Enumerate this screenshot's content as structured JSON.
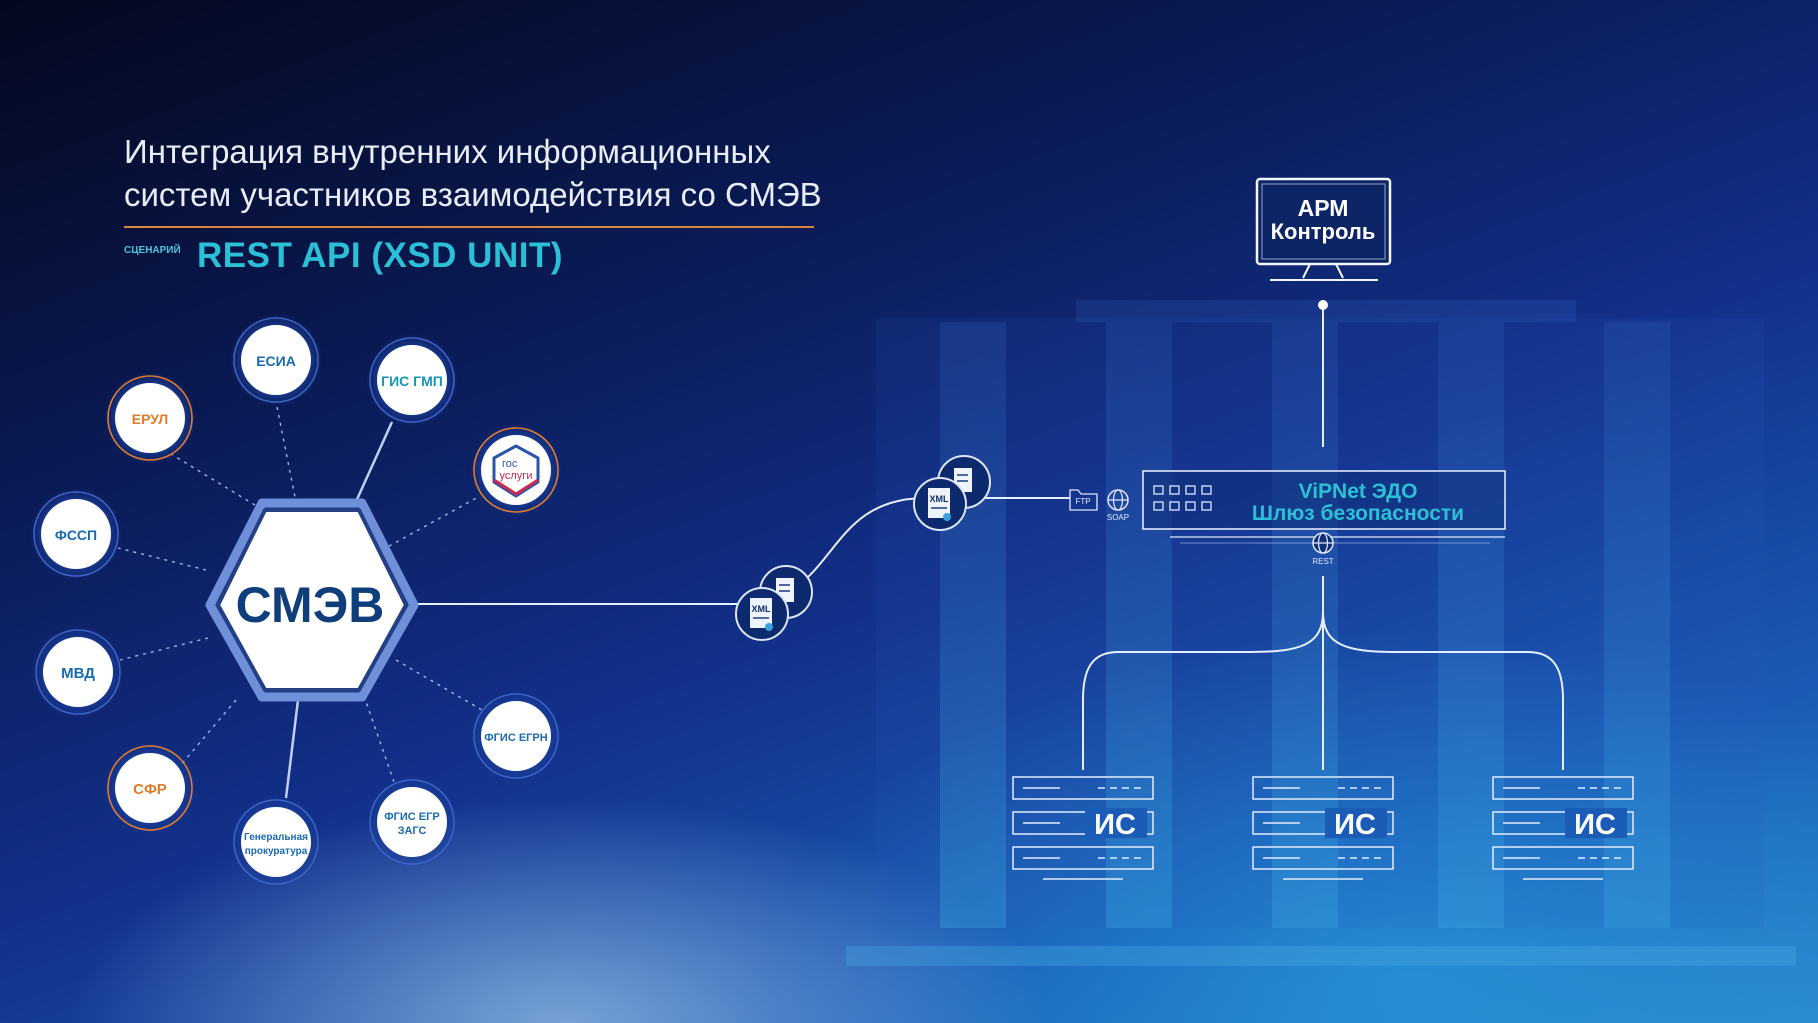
{
  "header": {
    "title_line1": "Интеграция внутренних информационных",
    "title_line2": "систем участников взаимодействия со СМЭВ",
    "scenario_label": "СЦЕНАРИЙ",
    "scenario_name": "REST API (XSD UNIT)"
  },
  "hub": {
    "label": "СМЭВ"
  },
  "participants": [
    {
      "label": "ЕСИА"
    },
    {
      "label": "ГИС ГМП"
    },
    {
      "label_line1": "гос",
      "label_line2": "услуги"
    },
    {
      "label": "ФГИС ЕГРН"
    },
    {
      "label_line1": "ФГИС ЕГР",
      "label_line2": "ЗАГС"
    },
    {
      "label_line1": "Генеральная",
      "label_line2": "прокуратура"
    },
    {
      "label": "СФР"
    },
    {
      "label": "МВД"
    },
    {
      "label": "ФССП"
    },
    {
      "label": "ЕРУЛ"
    }
  ],
  "documents": {
    "format_label": "XML"
  },
  "arm": {
    "line1": "АРМ",
    "line2": "Контроль"
  },
  "gateway": {
    "line1": "ViPNet ЭДО",
    "line2": "Шлюз безопасности"
  },
  "protocols": {
    "ftp": "FTP",
    "soap": "SOAP",
    "rest": "REST"
  },
  "systems": [
    {
      "label": "ИС"
    },
    {
      "label": "ИС"
    },
    {
      "label": "ИС"
    }
  ],
  "colors": {
    "accent_cyan": "#2cc0d6",
    "accent_orange": "#e27a2c",
    "hub_text": "#0f3e7a",
    "node_blue_text": "#1a6ab0",
    "title_rule": "#d9873f",
    "gosuslugi_red": "#d0284a",
    "gosuslugi_blue": "#2a56a8"
  }
}
